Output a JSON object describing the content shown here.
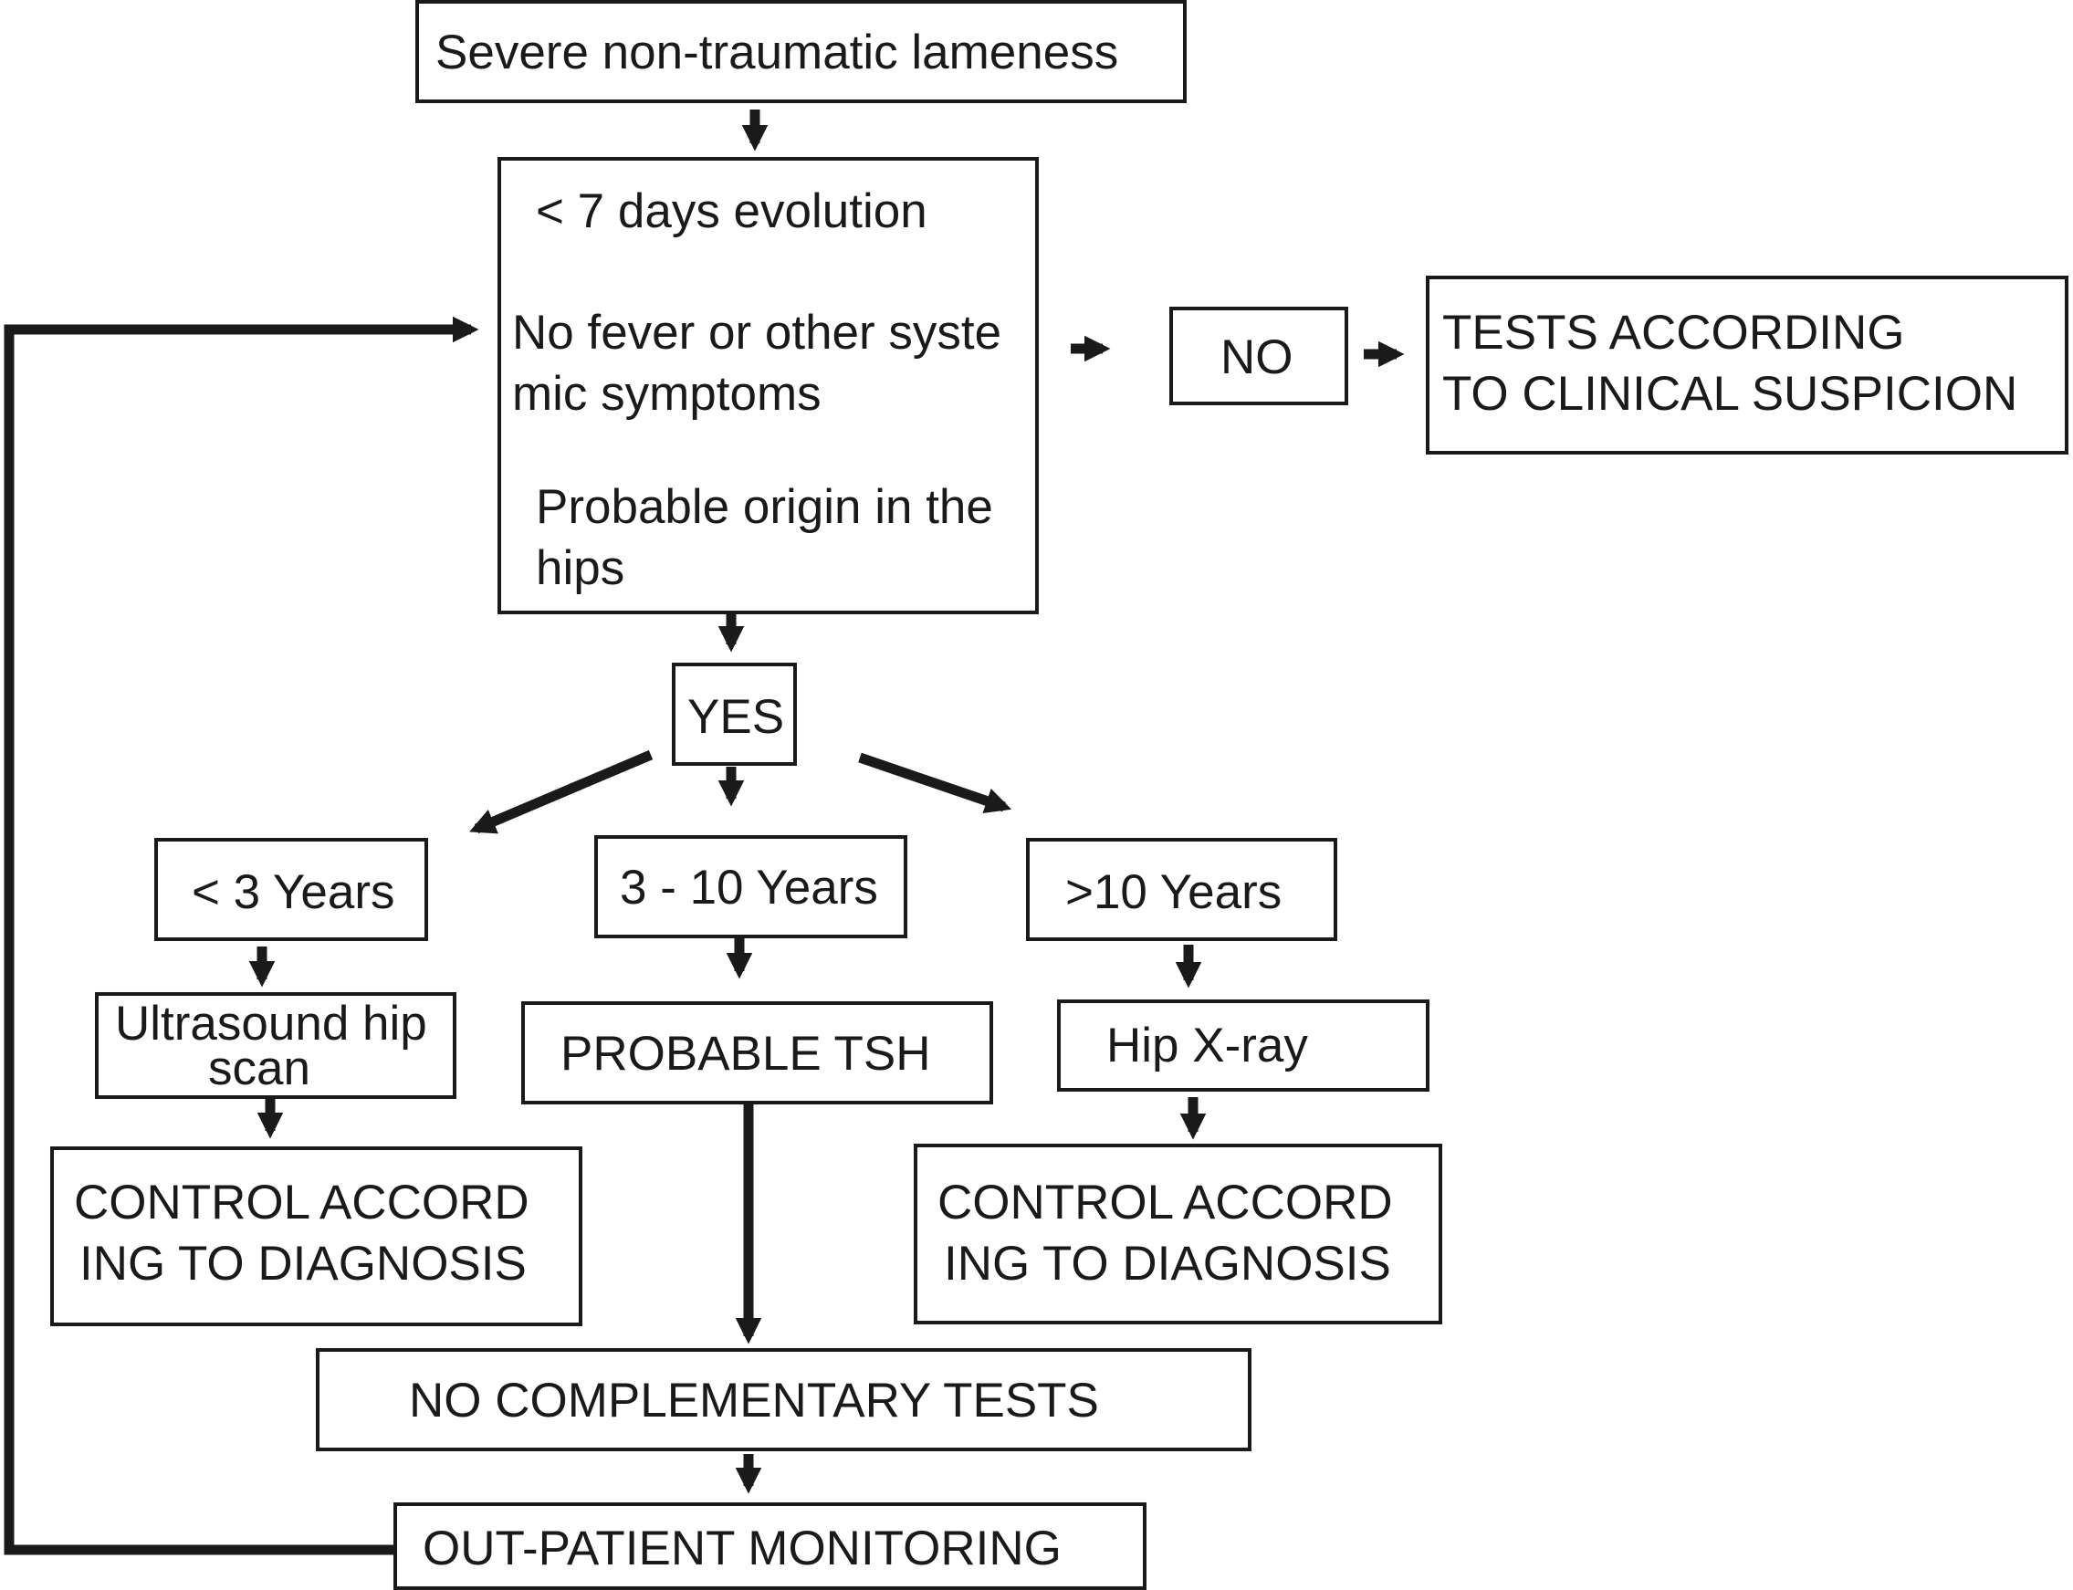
{
  "nodes": {
    "start": "Severe non-traumatic lameness",
    "criteria": {
      "line1": "< 7 days evolution",
      "line2a": "No fever or other syste",
      "line2b": "mic symptoms",
      "line3a": "Probable origin in the",
      "line3b": "hips"
    },
    "no": "NO",
    "tests": {
      "line1": "TESTS ACCORDING",
      "line2": "TO CLINICAL SUSPICION"
    },
    "yes": "YES",
    "age_lt3": "< 3 Years",
    "age_3to10": "3 - 10 Years",
    "age_gt10": ">10 Years",
    "ultrasound": {
      "line1": "Ultrasound hip",
      "line2": "scan"
    },
    "probable_tsh": "PROBABLE TSH",
    "xray": "Hip X-ray",
    "control_left": {
      "line1": "CONTROL ACCORD",
      "line2": "ING TO DIAGNOSIS"
    },
    "control_right": {
      "line1": "CONTROL ACCORD",
      "line2": "ING TO DIAGNOSIS"
    },
    "no_tests": "NO COMPLEMENTARY TESTS",
    "monitoring": "OUT-PATIENT MONITORING"
  },
  "colors": {
    "ink": "#1a1a1a",
    "background": "#ffffff"
  }
}
